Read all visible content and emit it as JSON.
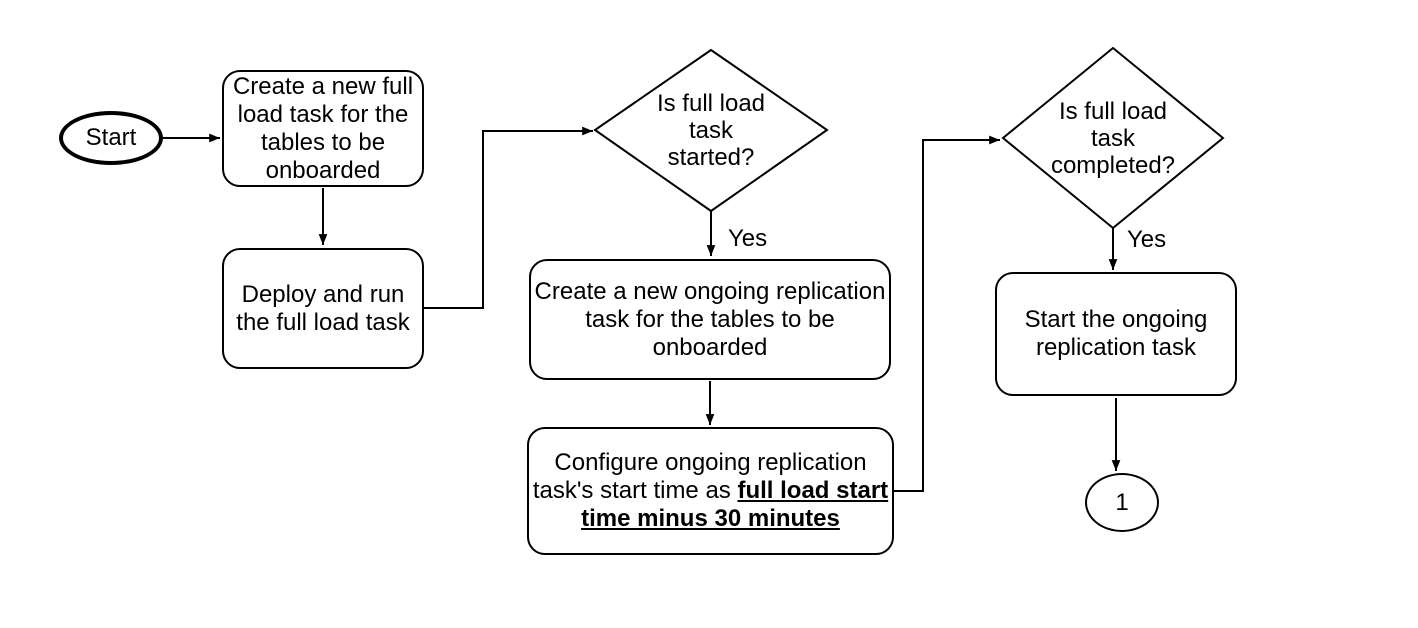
{
  "diagram": {
    "type": "flowchart",
    "colors": {
      "stroke": "#000000",
      "fill": "#ffffff",
      "background": "#ffffff",
      "text": "#000000"
    },
    "nodes": {
      "start": {
        "shape": "oval-terminator",
        "label": "Start"
      },
      "create_full_load": {
        "shape": "rounded-rectangle",
        "text": "Create a new full load task for the tables to be onboarded",
        "lines": [
          "Create a new full",
          "load task for the",
          "tables to be",
          "onboarded"
        ]
      },
      "deploy_run": {
        "shape": "rounded-rectangle",
        "text": "Deploy and run the full load task",
        "lines": [
          "Deploy and run",
          "the full load task"
        ]
      },
      "is_started": {
        "shape": "decision-diamond",
        "text": "Is full load task started?",
        "lines": [
          "Is full load",
          "task",
          "started?"
        ]
      },
      "create_ongoing": {
        "shape": "rounded-rectangle",
        "text": "Create a new ongoing replication task for the tables to be onboarded",
        "lines": [
          "Create a new ongoing replication",
          "task for the tables to be",
          "onboarded"
        ]
      },
      "configure_start_time": {
        "shape": "rounded-rectangle",
        "text": "Configure ongoing replication task's start time as full load start time minus 30 minutes",
        "emphasis_text": "full load start time minus 30 minutes",
        "line1": "Configure ongoing replication",
        "line2_normal": "task's start time as ",
        "line2_emphasis": "full load start",
        "line3_emphasis": "time minus 30 minutes"
      },
      "is_completed": {
        "shape": "decision-diamond",
        "text": "Is full load task completed?",
        "lines": [
          "Is full load",
          "task",
          "completed?"
        ]
      },
      "start_ongoing": {
        "shape": "rounded-rectangle",
        "text": "Start the ongoing replication task",
        "lines": [
          "Start the ongoing",
          "replication task"
        ]
      },
      "connector_1": {
        "shape": "circle-connector",
        "label": "1"
      }
    },
    "edges": [
      {
        "from": "start",
        "to": "create_full_load",
        "label": ""
      },
      {
        "from": "create_full_load",
        "to": "deploy_run",
        "label": ""
      },
      {
        "from": "deploy_run",
        "to": "is_started",
        "label": ""
      },
      {
        "from": "is_started",
        "to": "create_ongoing",
        "label": "Yes"
      },
      {
        "from": "create_ongoing",
        "to": "configure_start_time",
        "label": ""
      },
      {
        "from": "configure_start_time",
        "to": "is_completed",
        "label": ""
      },
      {
        "from": "is_completed",
        "to": "start_ongoing",
        "label": "Yes"
      },
      {
        "from": "start_ongoing",
        "to": "connector_1",
        "label": ""
      }
    ]
  }
}
